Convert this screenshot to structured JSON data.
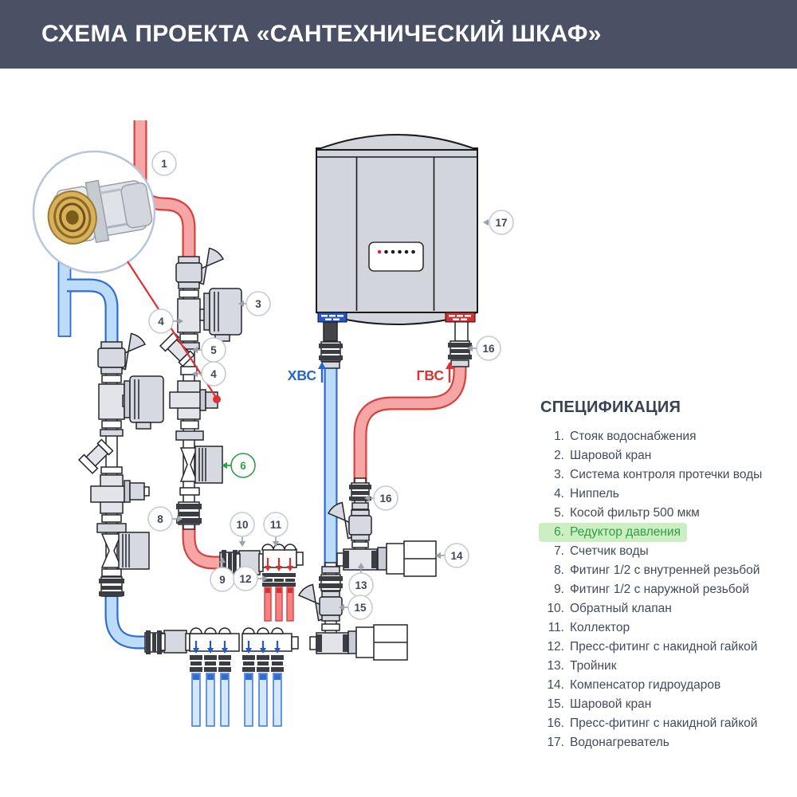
{
  "header": {
    "title": "СХЕМА ПРОЕКТА «САНТЕХНИЧЕСКИЙ ШКАФ»"
  },
  "spec": {
    "heading": "СПЕЦИФИКАЦИЯ",
    "items": [
      {
        "num": "1.",
        "label": "Стояк водоснабжения"
      },
      {
        "num": "2.",
        "label": "Шаровой кран"
      },
      {
        "num": "3.",
        "label": "Система контроля протечки воды"
      },
      {
        "num": "4.",
        "label": "Ниппель"
      },
      {
        "num": "5.",
        "label": "Косой фильтр 500 мкм"
      },
      {
        "num": "6.",
        "label": "Редуктор давления",
        "highlighted": true
      },
      {
        "num": "7.",
        "label": "Счетчик воды"
      },
      {
        "num": "8.",
        "label": "Фитинг 1/2 с внутренней резьбой"
      },
      {
        "num": "9.",
        "label": "Фитинг 1/2 с наружной резьбой"
      },
      {
        "num": "10.",
        "label": "Обратный клапан"
      },
      {
        "num": "11.",
        "label": "Коллектор"
      },
      {
        "num": "12.",
        "label": "Пресс-фитинг с накидной гайкой"
      },
      {
        "num": "13.",
        "label": "Тройник"
      },
      {
        "num": "14.",
        "label": "Компенсатор гидроударов"
      },
      {
        "num": "15.",
        "label": "Шаровой кран"
      },
      {
        "num": "16.",
        "label": "Пресс-фитинг с накидной гайкой"
      },
      {
        "num": "17.",
        "label": "Водонагреватель"
      }
    ]
  },
  "diagram": {
    "flow_labels": {
      "cold": "ХВС",
      "hot": "ГВС"
    },
    "callouts": [
      {
        "label": "1"
      },
      {
        "label": "3"
      },
      {
        "label": "4"
      },
      {
        "label": "5"
      },
      {
        "label": "4"
      },
      {
        "label": "6"
      },
      {
        "label": "8"
      },
      {
        "label": "10"
      },
      {
        "label": "11"
      },
      {
        "label": "9"
      },
      {
        "label": "12"
      },
      {
        "label": "13"
      },
      {
        "label": "14"
      },
      {
        "label": "15"
      },
      {
        "label": "16"
      },
      {
        "label": "16"
      },
      {
        "label": "17"
      }
    ],
    "colors": {
      "header_bg": "#4a5164",
      "cold_pipe": "#2e6cd4",
      "hot_pipe": "#d84040",
      "highlight_bg": "#cdeec3",
      "highlight_text": "#2f9e44",
      "callout_green": "#2f9e44"
    }
  }
}
